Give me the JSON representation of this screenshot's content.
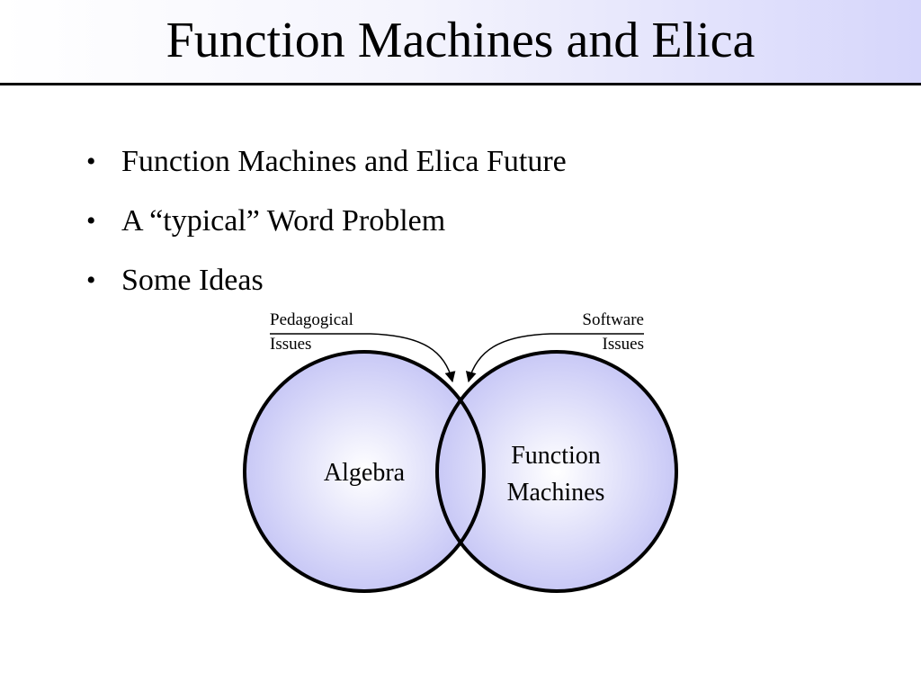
{
  "slide": {
    "title": "Function Machines and Elica",
    "bullets": [
      {
        "marker": "•",
        "text": "Function Machines and Elica Future"
      },
      {
        "marker": "•",
        "text": "A “typical” Word Problem"
      },
      {
        "marker": "•",
        "text": "Some Ideas"
      }
    ]
  },
  "diagram": {
    "left_label": {
      "line1": "Pedagogical",
      "line2": "Issues"
    },
    "right_label": {
      "line1": "Software",
      "line2": "Issues"
    },
    "left_circle": {
      "label": "Algebra"
    },
    "right_circle": {
      "line1": "Function",
      "line2": "Machines"
    },
    "colors": {
      "circle_fill_center": "#ffffff",
      "circle_fill_edge": "#c8c8f6",
      "outline": "#000000",
      "title_gradient_end": "#d6d6fb"
    }
  }
}
